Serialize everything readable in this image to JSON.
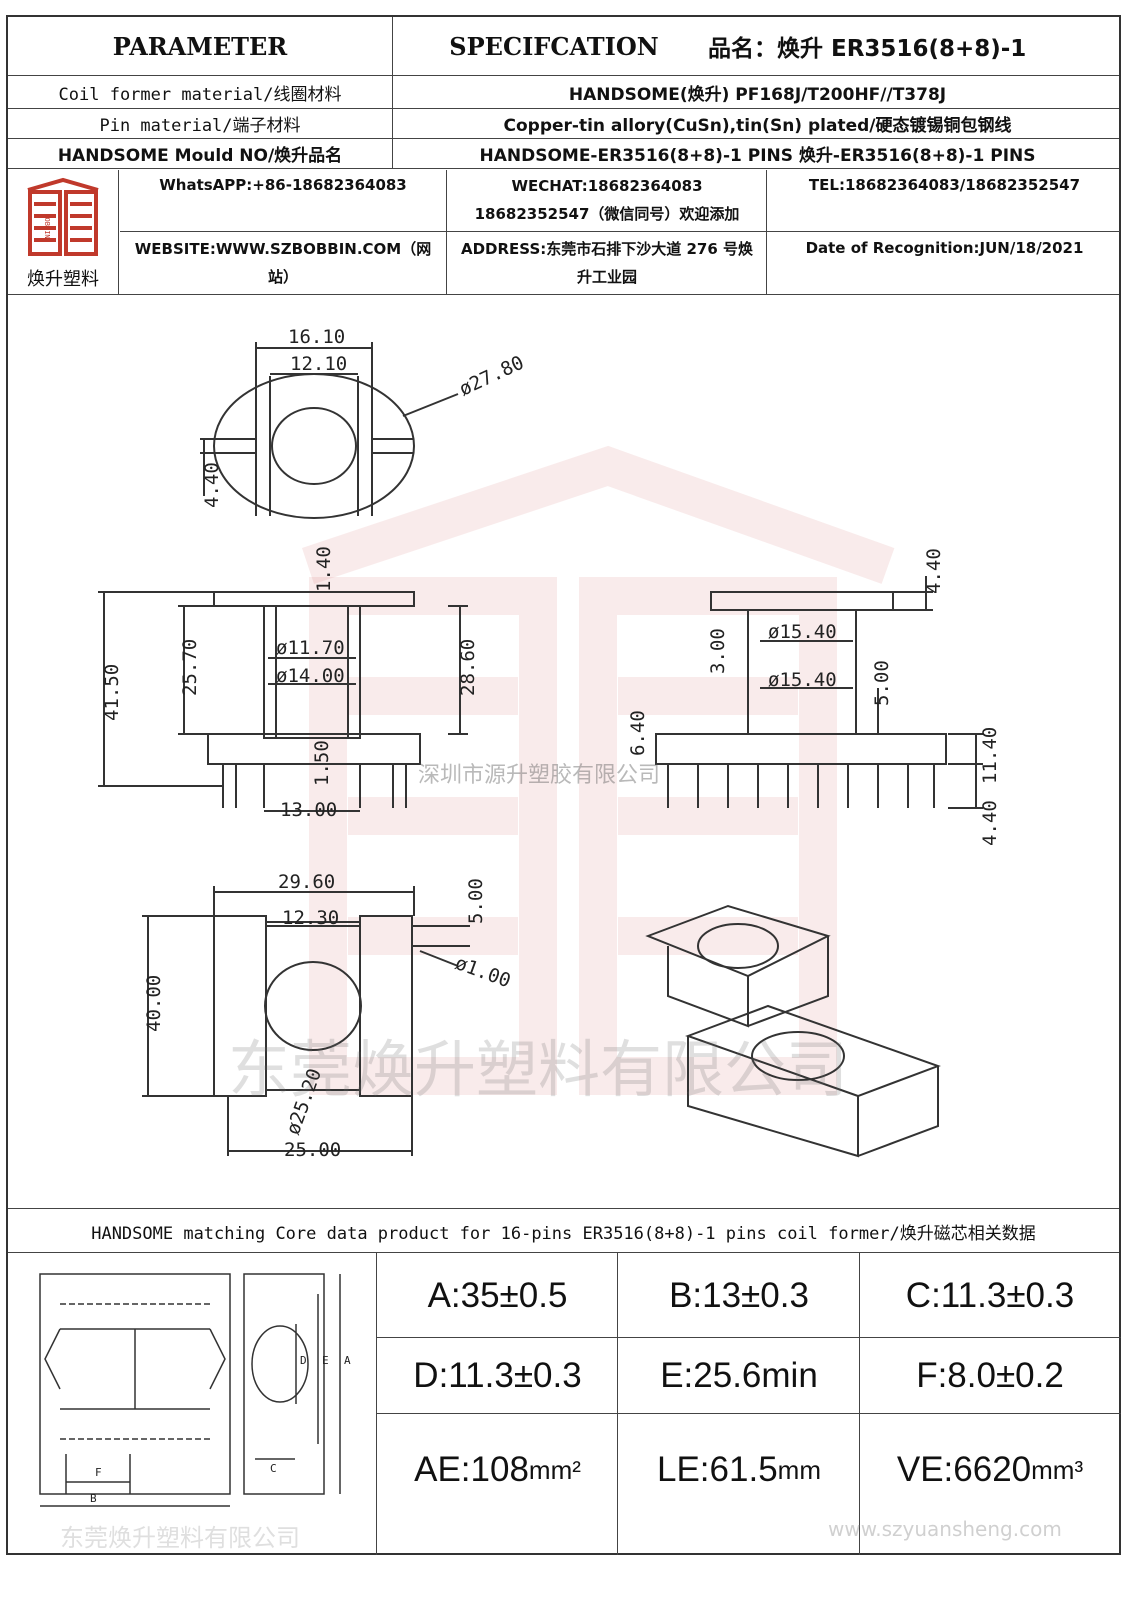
{
  "header": {
    "parameter": "PARAMETER",
    "specification": "SPECIFCATION",
    "product_name": "品名：焕升 ER3516(8+8)-1"
  },
  "rows": [
    {
      "label": "Coil former material/线圈材料",
      "value": "HANDSOME(焕升)   PF168J/T200HF//T378J"
    },
    {
      "label": "Pin material/端子材料",
      "value": "Copper-tin allory(CuSn),tin(Sn) plated/硬态镀锡铜包钢线"
    },
    {
      "label": "HANDSOME Mould NO/焕升品名",
      "value": "HANDSOME-ER3516(8+8)-1 PINS   焕升-ER3516(8+8)-1 PINS"
    }
  ],
  "company": {
    "logo_caption": "焕升塑料",
    "whatsapp": "WhatsAPP:+86-18682364083",
    "wechat_line1": "WECHAT:18682364083",
    "wechat_line2": "18682352547（微信同号）欢迎添加",
    "tel": "TEL:18682364083/18682352547",
    "website": "WEBSITE:WWW.SZBOBBIN.COM（网站）",
    "address": "ADDRESS:东莞市石排下沙大道 276 号焕升工业园",
    "date": "Date of Recognition:JUN/18/2021"
  },
  "drawing": {
    "dims": {
      "d16_10": "16.10",
      "d12_10": "12.10",
      "d27_80": "ø27.80",
      "d4_40a": "4.40",
      "d1_40": "1.40",
      "d41_50": "41.50",
      "d25_70": "25.70",
      "d11_70": "ø11.70",
      "d14_00": "ø14.00",
      "d28_60": "28.60",
      "d1_50": "1.50",
      "d13_00": "13.00",
      "d4_40b": "4.40",
      "d3_00": "3.00",
      "d15_40a": "ø15.40",
      "d15_40b": "ø15.40",
      "d5_00a": "5.00",
      "d6_40": "6.40",
      "d11_40": "11.40",
      "d4_40c": "4.40",
      "d29_60": "29.60",
      "d12_30": "12.30",
      "d5_00b": "5.00",
      "d1_00": "ø1.00",
      "d40_00": "40.00",
      "d25_20": "ø25.20",
      "d25_00": "25.00"
    },
    "watermark_small": "深圳市源升塑胶有限公司",
    "watermark_large": "东莞焕升塑料有限公司"
  },
  "core_section": {
    "title": "HANDSOME matching Core data  product for 16-pins ER3516(8+8)-1 pins coil former/焕升磁芯相关数据",
    "diagram_labels": {
      "A": "A",
      "B": "B",
      "C": "C",
      "D": "D",
      "E": "E",
      "F": "F"
    },
    "values": [
      [
        "A:35±0.5",
        "B:13±0.3",
        "C:11.3±0.3"
      ],
      [
        "D:11.3±0.3",
        "E:25.6min",
        "F:8.0±0.2"
      ]
    ],
    "ae": {
      "value": "AE:108",
      "unit": "mm²"
    },
    "le": {
      "value": "LE:61.5",
      "unit": "mm"
    },
    "ve": {
      "value": "VE:6620",
      "unit": "mm³"
    },
    "watermark": "东莞焕升塑料有限公司",
    "website_watermark": "www.szyuansheng.com"
  }
}
